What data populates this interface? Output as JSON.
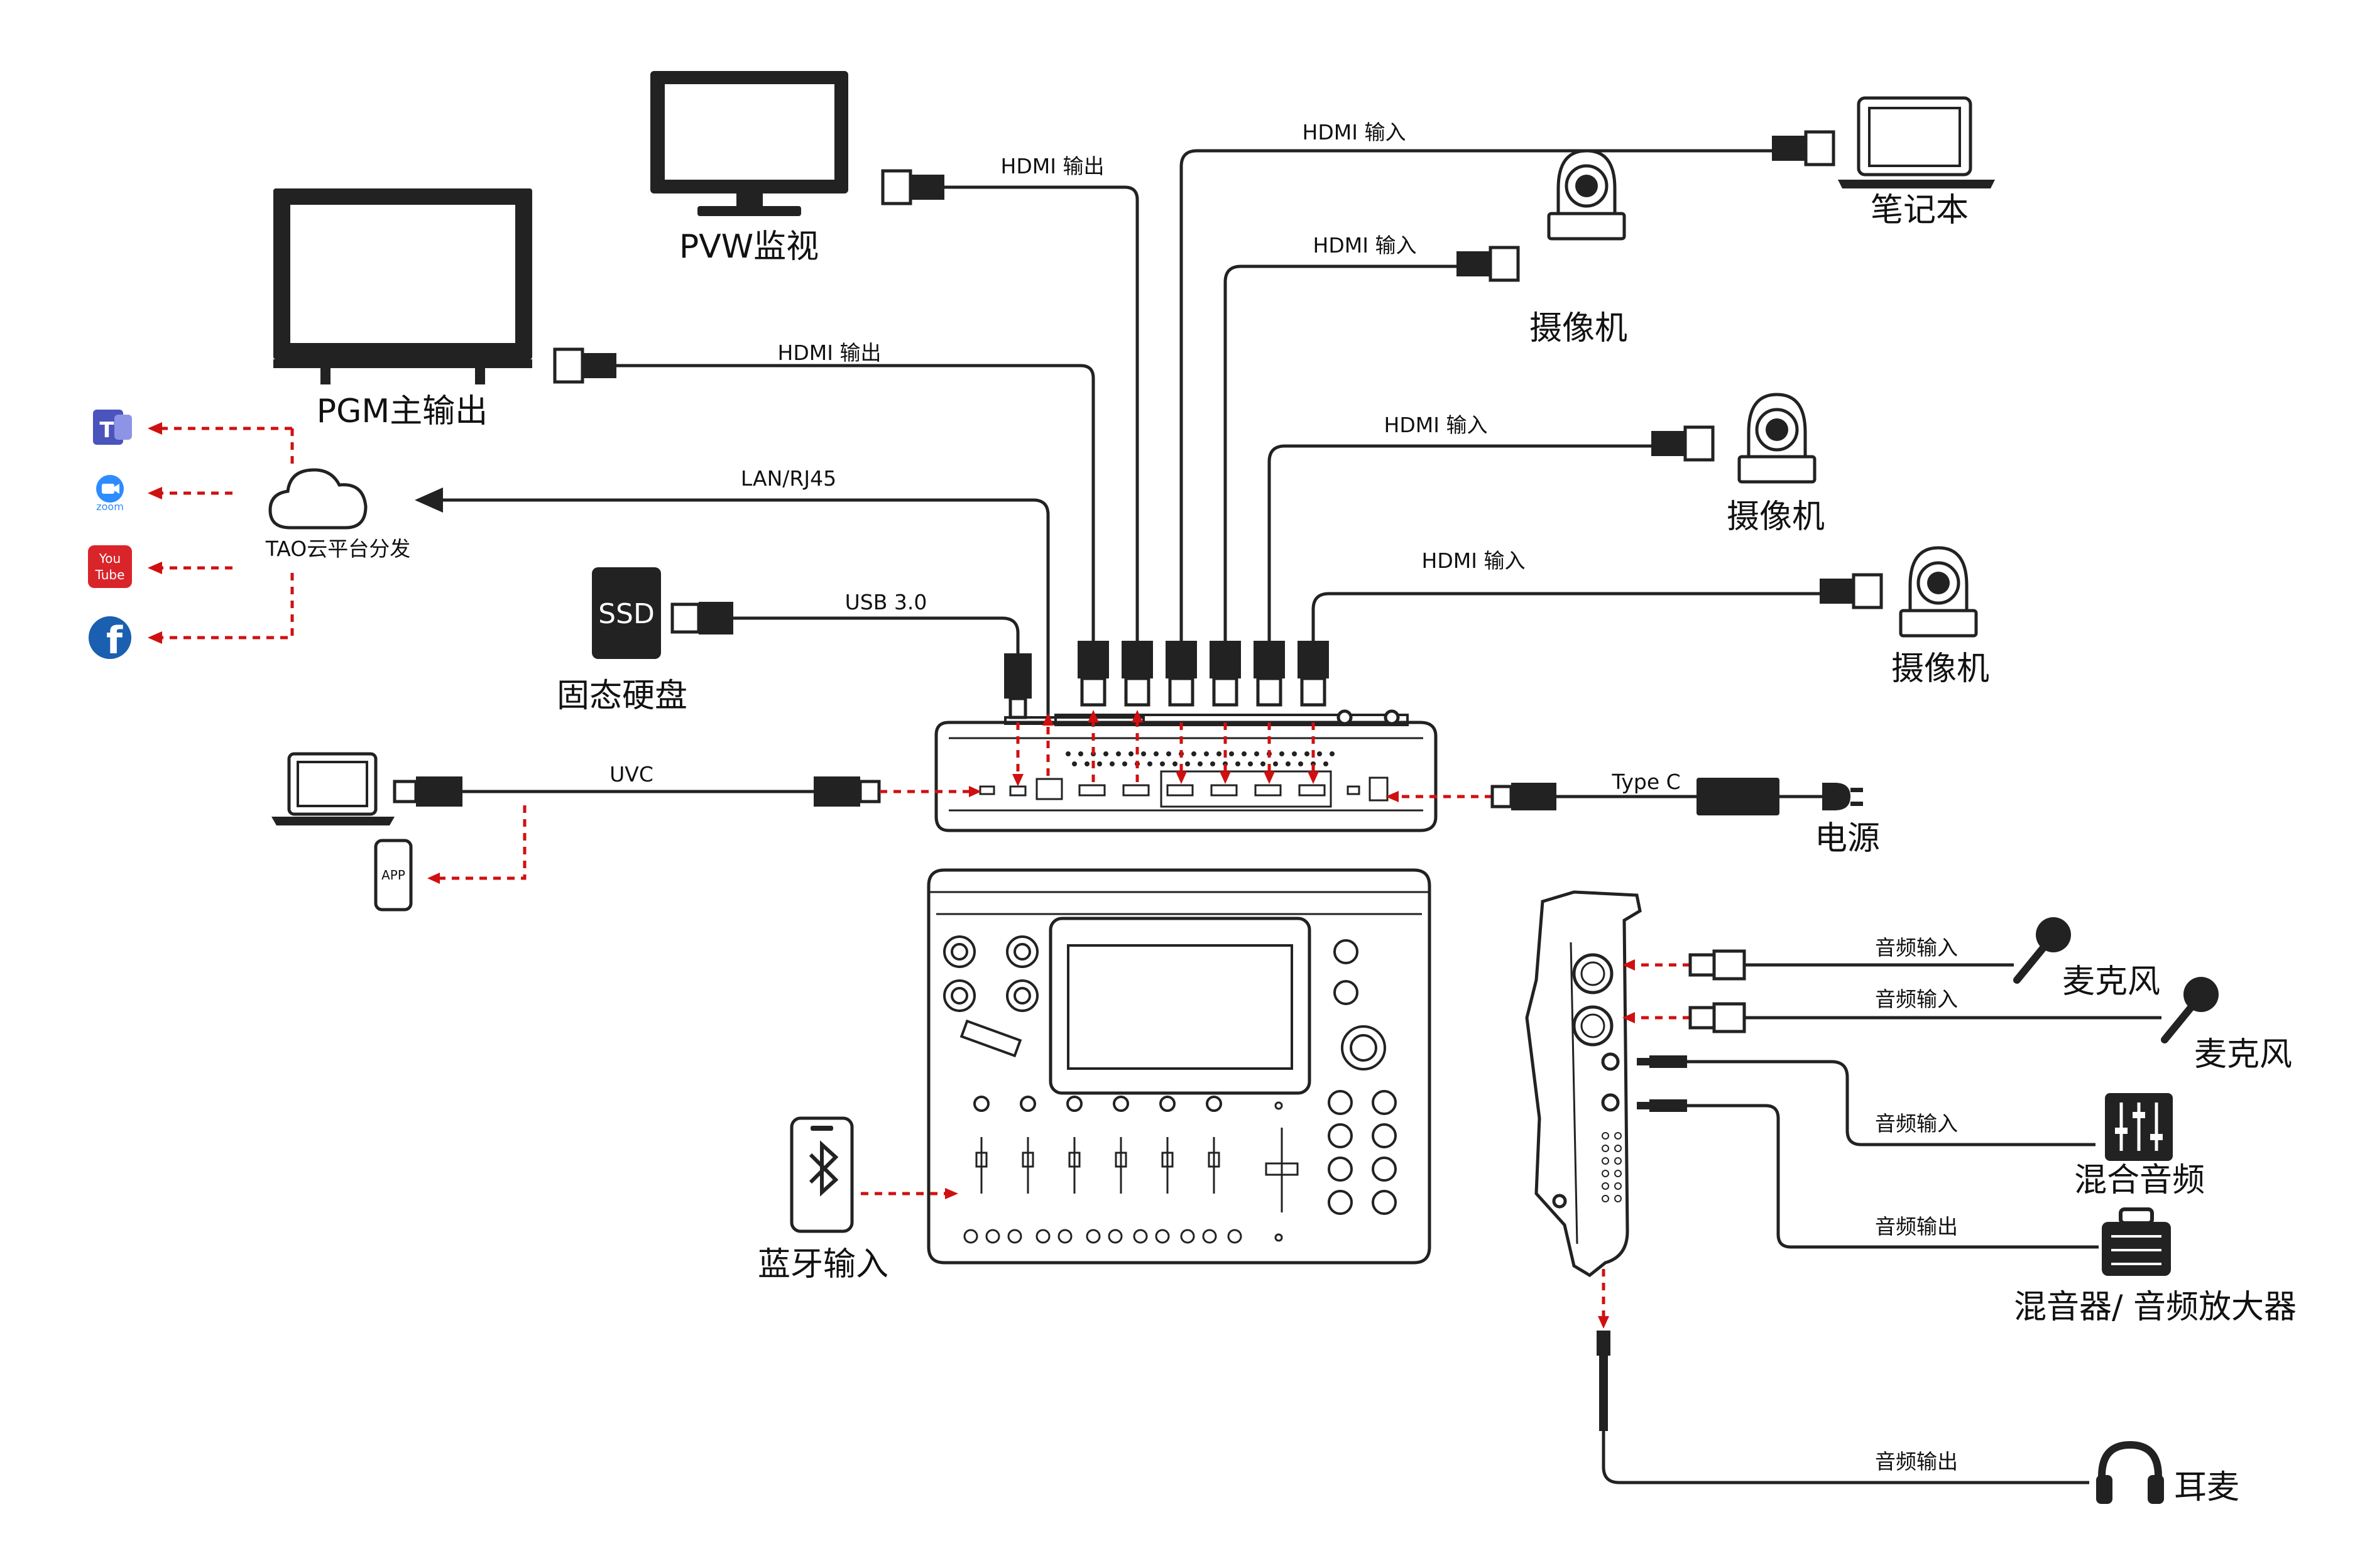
{
  "labels": {
    "pvw_monitor": "PVW监视",
    "pgm_output": "PGM主输出",
    "laptop_top": "笔记本",
    "camera1": "摄像机",
    "camera2": "摄像机",
    "camera3": "摄像机",
    "cloud": "TAO云平台分发",
    "ssd_text": "SSD",
    "ssd": "固态硬盘",
    "power": "电源",
    "app": "APP",
    "bluetooth": "蓝牙输入",
    "mic1": "麦克风",
    "mic2": "麦克风",
    "mixer_audio": "混合音频",
    "amplifier": "混音器/ 音频放大器",
    "headphone": "耳麦"
  },
  "cables": {
    "hdmi_out_pvw": "HDMI 输出",
    "hdmi_out_pgm": "HDMI 输出",
    "hdmi_in_laptop": "HDMI 输入",
    "hdmi_in_cam1": "HDMI 输入",
    "hdmi_in_cam2": "HDMI 输入",
    "hdmi_in_cam3": "HDMI 输入",
    "lan": "LAN/RJ45",
    "usb": "USB 3.0",
    "uvc": "UVC",
    "typec": "Type C",
    "audio_in_mic1": "音频输入",
    "audio_in_mic2": "音频输入",
    "audio_in_mixer": "音频输入",
    "audio_out_amp": "音频输出",
    "audio_out_headphone": "音频输出"
  },
  "platforms": [
    "teams-icon",
    "zoom-icon",
    "youtube-icon",
    "facebook-icon"
  ],
  "colors": {
    "line": "#222222",
    "signal": "#d01010",
    "youtube": "#d9252a",
    "facebook": "#1b5fb0",
    "teams": "#4b53bc",
    "zoom": "#2d8cff"
  }
}
